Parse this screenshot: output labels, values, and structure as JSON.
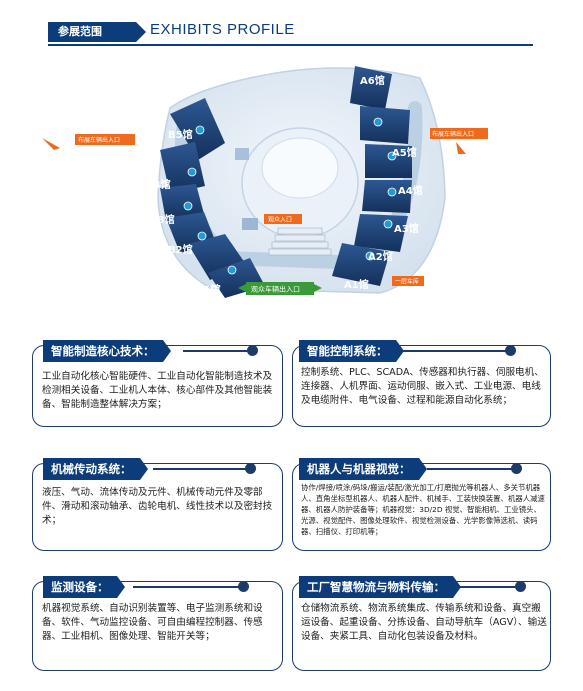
{
  "header": {
    "tab_label": "参展范围",
    "title": "EXHIBITS PROFILE"
  },
  "map": {
    "halls": [
      "B1馆",
      "B2馆",
      "B3馆",
      "B4馆",
      "B5馆",
      "A1馆",
      "A2馆",
      "A3馆",
      "A4馆",
      "A5馆",
      "A6馆"
    ],
    "tags": {
      "west_exhibitor_entrance": "布展车辆出入口",
      "east_exhibitor_entrance": "布展车辆出入口",
      "visitor_entrance": "观众入口",
      "visitor_vehicle_entrance": "观众车辆出入口",
      "parking": "一层车库"
    }
  },
  "colors": {
    "brand": "#0d3c7a",
    "hall": "#1d3b6a",
    "tag_orange": "#f06a1d",
    "tag_green": "#3a9a3a"
  },
  "sections": [
    {
      "title": "智能制造核心技术：",
      "body": "工业自动化核心智能硬件、工业自动化智能制造技术及检测相关设备、工业机人本体、核心部件及其他智能装备、智能制造整体解决方案；"
    },
    {
      "title": "智能控制系统：",
      "body": "控制系统、PLC、SCADA、传感器和执行器、伺服电机、连接器、人机界面、运动伺服、嵌入式、工业电源、电线及电缆附件、电气设备、过程和能源自动化系统；"
    },
    {
      "title": "机械传动系统：",
      "body": "液压、气动、流体传动及元件、机械传动元件及零部件、滑动和滚动轴承、齿轮电机、线性技术以及密封技术；"
    },
    {
      "title": "机器人与机器视觉：",
      "body": "协作/焊接/喷涂/码垛/搬运/装配/激光加工/打磨抛光等机器人、多关节机器人、直角坐标型机器人、机器人配件、机械手、工装快换装置、机器人减速器、机器人防护装备等；机器视觉：3D/2D 视觉、智能相机、工业镜头、光源、视觉配件、图像处理软件、视觉检测设备、光学影像筛选机、读码器、扫描仪、打印机等；"
    },
    {
      "title": "监测设备：",
      "body": "机器视觉系统、自动识别装置等、电子监测系统和设备、软件、气动监控设备、可自由编程控制器、传感器、工业相机、图像处理、智能开关等；"
    },
    {
      "title": "工厂智慧物流与物料传输：",
      "body": "仓储物流系统、物流系统集成、传输系统和设备、真空搬运设备、起重设备、分拣设备、自动导航车（AGV）、输送设备、夹紧工具、自动化包装设备及材料。"
    }
  ]
}
